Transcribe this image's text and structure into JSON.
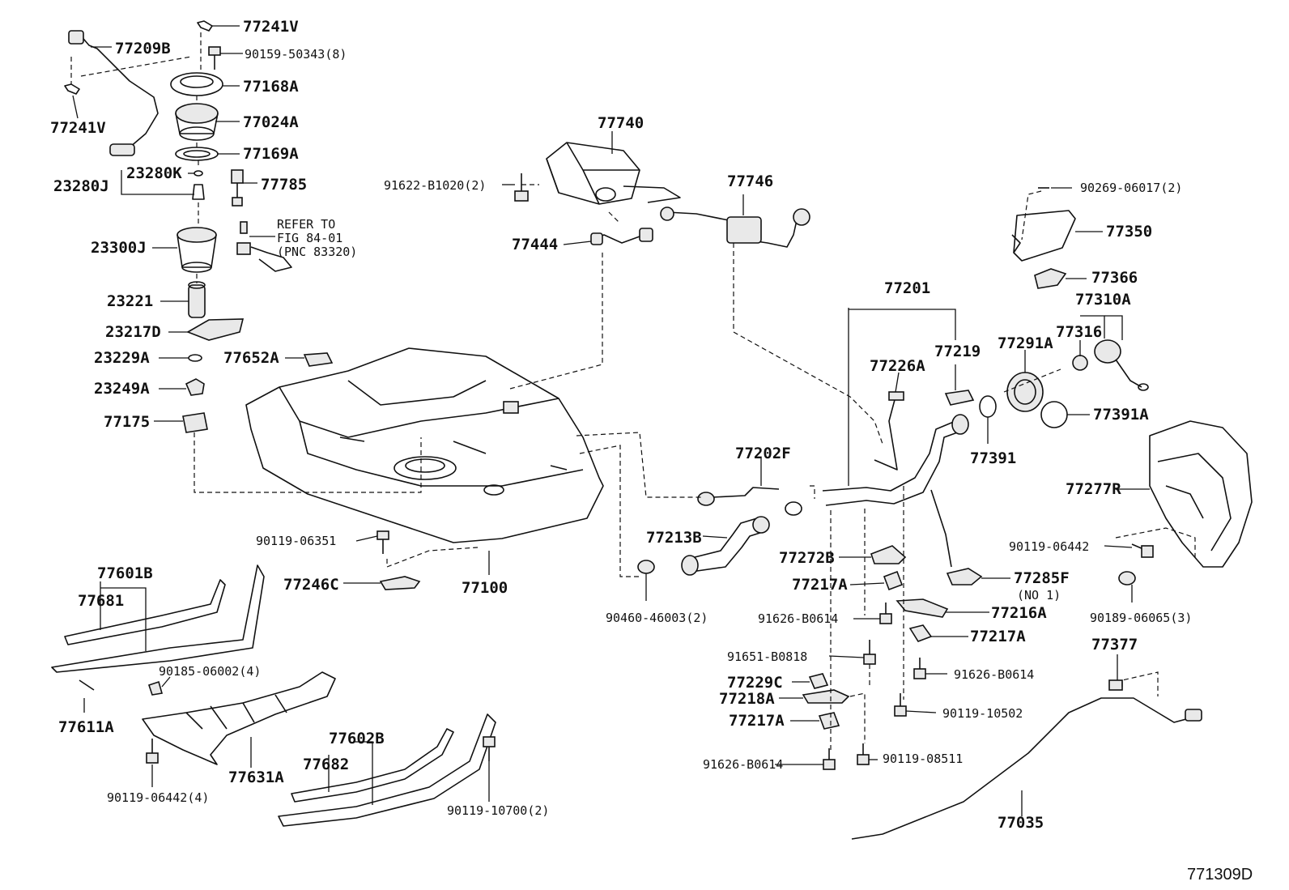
{
  "labels": {
    "p77241V_top": "77241V",
    "p77209B": "77209B",
    "p90159": "90159-50343(8)",
    "p77168A": "77168A",
    "p77241V_left": "77241V",
    "p77024A": "77024A",
    "p77169A": "77169A",
    "p23280K": "23280K",
    "p23280J": "23280J",
    "p77785": "77785",
    "refer1": "REFER TO",
    "refer2": "FIG 84-01",
    "refer3": "(PNC 83320)",
    "p23300J": "23300J",
    "p23221": "23221",
    "p23217D": "23217D",
    "p23229A": "23229A",
    "p77652A": "77652A",
    "p23249A": "23249A",
    "p77175": "77175",
    "p77740": "77740",
    "p91622": "91622-B1020(2)",
    "p77746": "77746",
    "p77444": "77444",
    "p90269": "90269-06017(2)",
    "p77350": "77350",
    "p77366": "77366",
    "p77201": "77201",
    "p77310A": "77310A",
    "p77316": "77316",
    "p77219": "77219",
    "p77291A": "77291A",
    "p77226A": "77226A",
    "p77391A": "77391A",
    "p77391": "77391",
    "p77202F": "77202F",
    "p77277R": "77277R",
    "p90119_06351": "90119-06351",
    "p77213B": "77213B",
    "p77272B": "77272B",
    "p90119_06442r": "90119-06442",
    "p77601B": "77601B",
    "p77681": "77681",
    "p77246C": "77246C",
    "p77100": "77100",
    "p77217A_1": "77217A",
    "p77285F": "77285F",
    "p77285F_sub": "(NO 1)",
    "p77216A": "77216A",
    "p90460": "90460-46003(2)",
    "p91626_1": "91626-B0614",
    "p90189": "90189-06065(3)",
    "p77217A_2": "77217A",
    "p77377": "77377",
    "p91651": "91651-B0818",
    "p90185": "90185-06002(4)",
    "p91626_2": "91626-B0614",
    "p77229C": "77229C",
    "p77611A": "77611A",
    "p77218A": "77218A",
    "p90119_10502": "90119-10502",
    "p77217A_3": "77217A",
    "p77602B": "77602B",
    "p77682": "77682",
    "p91626_3": "91626-B0614",
    "p90119_08511": "90119-08511",
    "p77631A": "77631A",
    "p90119_06442_4": "90119-06442(4)",
    "p90119_10700": "90119-10700(2)",
    "p77035": "77035",
    "figure_id": "771309D"
  }
}
